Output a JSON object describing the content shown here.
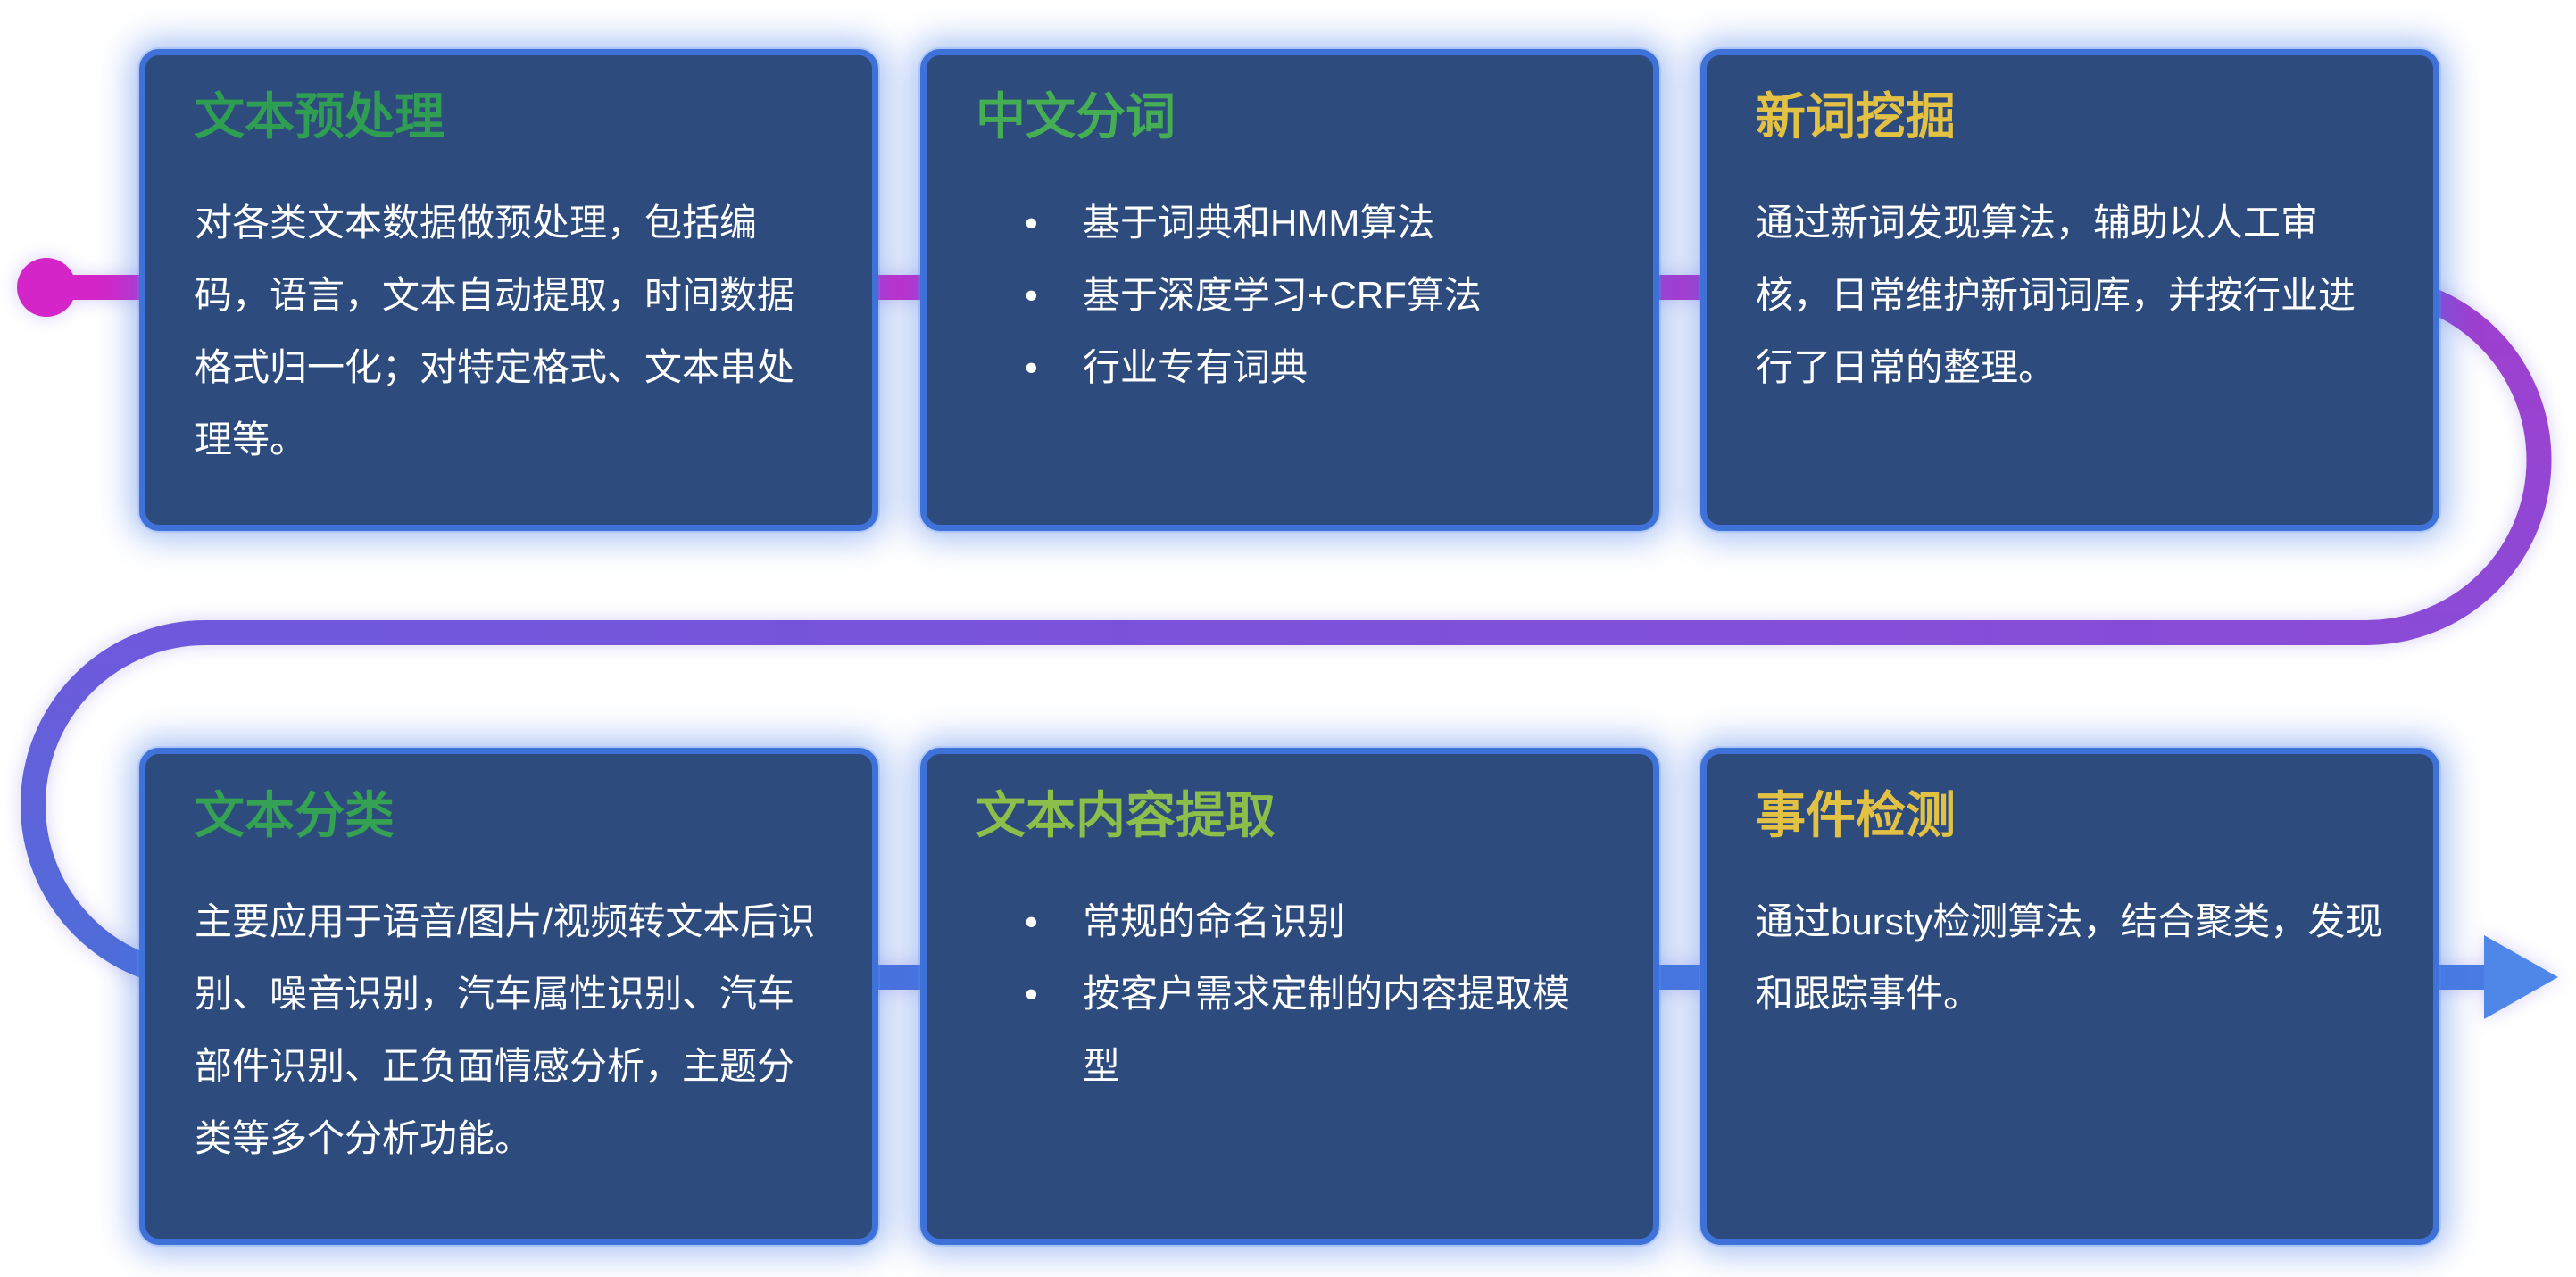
{
  "flow": {
    "colors": {
      "start": "#d426c8",
      "purple": "#a13ecf",
      "deep_purple": "#8a4bd6",
      "violet": "#6f58dc",
      "blue": "#4d6ed8",
      "light_blue": "#4a7ce2",
      "arrow": "#4f87e8"
    }
  },
  "cards": [
    {
      "title": "文本预处理",
      "title_color": "#2f9e52",
      "body": "对各类文本数据做预处理，包括编码，语言，文本自动提取，时间数据格式归一化；对特定格式、文本串处理等。"
    },
    {
      "title": "中文分词",
      "title_color": "#45ad53",
      "bullets": [
        "基于词典和HMM算法",
        "基于深度学习+CRF算法",
        "行业专有词典"
      ]
    },
    {
      "title": "新词挖掘",
      "title_color": "#e2c143",
      "body": "通过新词发现算法，辅助以人工审核，日常维护新词词库，并按行业进行了日常的整理。"
    },
    {
      "title": "文本分类",
      "title_color": "#35a253",
      "body": "主要应用于语音/图片/视频转文本后识别、噪音识别，汽车属性识别、汽车部件识别、正负面情感分析，主题分类等多个分析功能。"
    },
    {
      "title": "文本内容提取",
      "title_color": "#8cbe4a",
      "bullets": [
        "常规的命名识别",
        "按客户需求定制的内容提取模型"
      ]
    },
    {
      "title": "事件检测",
      "title_color": "#e2c143",
      "body": "通过bursty检测算法，结合聚类，发现和跟踪事件。"
    }
  ]
}
